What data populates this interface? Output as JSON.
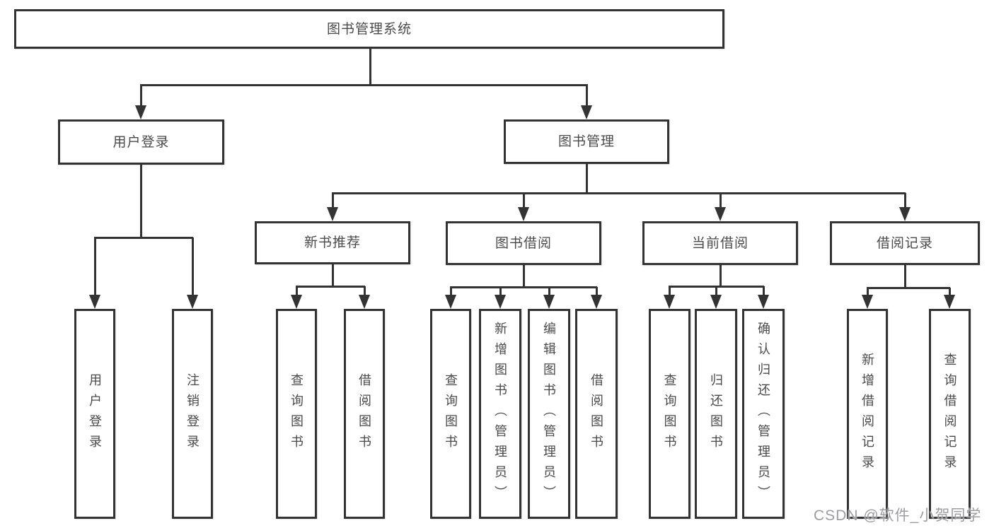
{
  "diagram": {
    "root": {
      "label": "图书管理系统"
    },
    "level1": [
      {
        "label": "用户登录"
      },
      {
        "label": "图书管理"
      }
    ],
    "level2": [
      {
        "label": "新书推荐"
      },
      {
        "label": "图书借阅"
      },
      {
        "label": "当前借阅"
      },
      {
        "label": "借阅记录"
      }
    ],
    "leaves": {
      "login": [
        "用户登录",
        "注销登录"
      ],
      "newbook": [
        "查询图书",
        "借阅图书"
      ],
      "borrow": [
        "查询图书",
        "新增图书（管理员）",
        "编辑图书（管理员）",
        "借阅图书"
      ],
      "current": [
        "查询图书",
        "归还图书",
        "确认归还（管理员）"
      ],
      "records": [
        "新增借阅记录",
        "查询借阅记录"
      ]
    }
  },
  "watermark": {
    "text": "CSDN @软件_小贺同学"
  },
  "colors": {
    "line": "#333333",
    "text": "#4a4a4a",
    "watermark": "#9d9da1",
    "background": "#ffffff"
  }
}
